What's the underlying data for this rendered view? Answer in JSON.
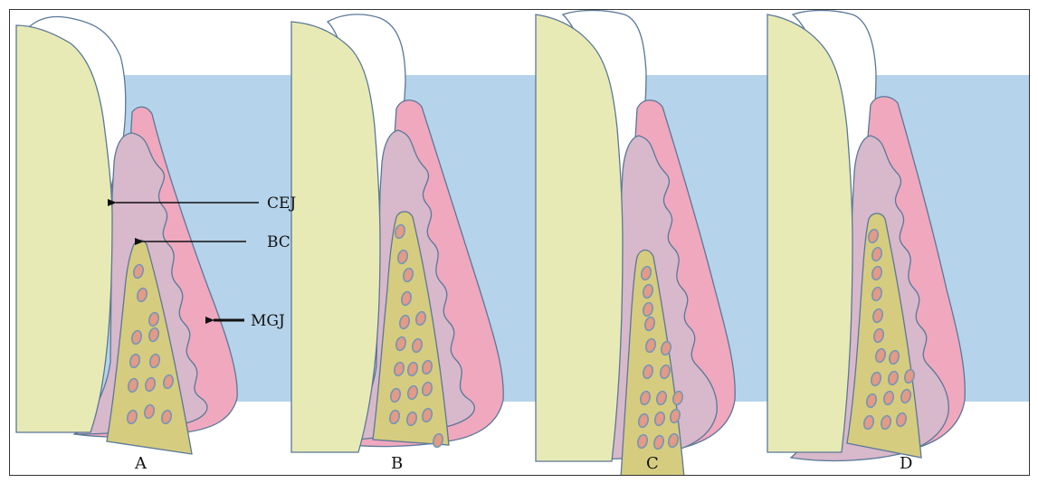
{
  "labels": {
    "cej": "CEJ",
    "bc": "BC",
    "mgj": "MGJ"
  },
  "panels": [
    {
      "id": "A",
      "label": "A"
    },
    {
      "id": "B",
      "label": "B"
    },
    {
      "id": "C",
      "label": "C"
    },
    {
      "id": "D",
      "label": "D"
    }
  ],
  "colors": {
    "tooth": "#E8EAB5",
    "background_block": "#B5D3EA",
    "gingiva_pink": "#F0A8BE",
    "connective_mauve": "#D8B8CB",
    "bone": "#D6CC7F",
    "marrow_fill": "#E39A86",
    "marrow_outline": "#7596B6",
    "outline": "#5A7898"
  },
  "icons": {
    "arrow": "left-arrow-icon"
  }
}
